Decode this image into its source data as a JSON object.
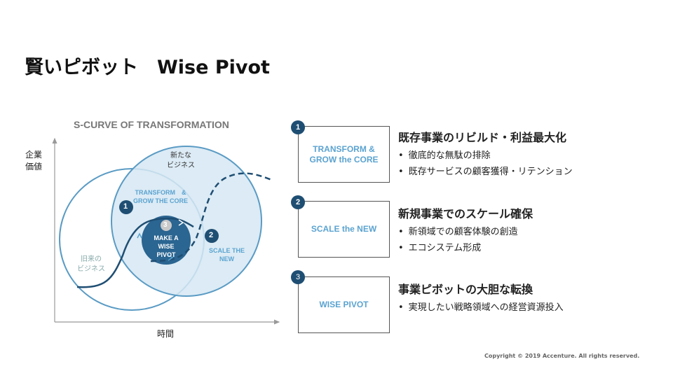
{
  "title": "賢いピボット　Wise Pivot",
  "diagram": {
    "heading": "S-CURVE OF TRANSFORMATION",
    "y_axis": "企業\n価値",
    "x_axis": "時間",
    "new_business": "新たな\nビジネス",
    "old_business": "旧来の\nビジネス",
    "transform": "TRANSFORM　&\nGROW THE CORE",
    "scale": "SCALE THE\nNEW",
    "pivot": "MAKE A\nWISE\nPIVOT",
    "badges": [
      "1",
      "2",
      "3"
    ]
  },
  "sections": [
    {
      "num": "1",
      "box": "TRANSFORM &\nGROW the CORE",
      "heading": "既存事業のリビルド・利益最大化",
      "bullets": [
        "徹底的な無駄の排除",
        "既存サービスの顧客獲得・リテンション"
      ]
    },
    {
      "num": "2",
      "box": "SCALE the NEW",
      "heading": "新規事業でのスケール確保",
      "bullets": [
        "新領域での顧客体験の創造",
        "エコシステム形成"
      ]
    },
    {
      "num": "3",
      "box": "WISE PIVOT",
      "heading": "事業ピボットの大胆な転換",
      "bullets": [
        "実現したい戦略領域への経営資源投入"
      ]
    }
  ],
  "colors": {
    "dark": "#1f4e73",
    "accent": "#5ba3d0",
    "circle_fill": "#d6e8f3"
  },
  "copyright": "Copyright © 2019 Accenture. All rights reserved."
}
